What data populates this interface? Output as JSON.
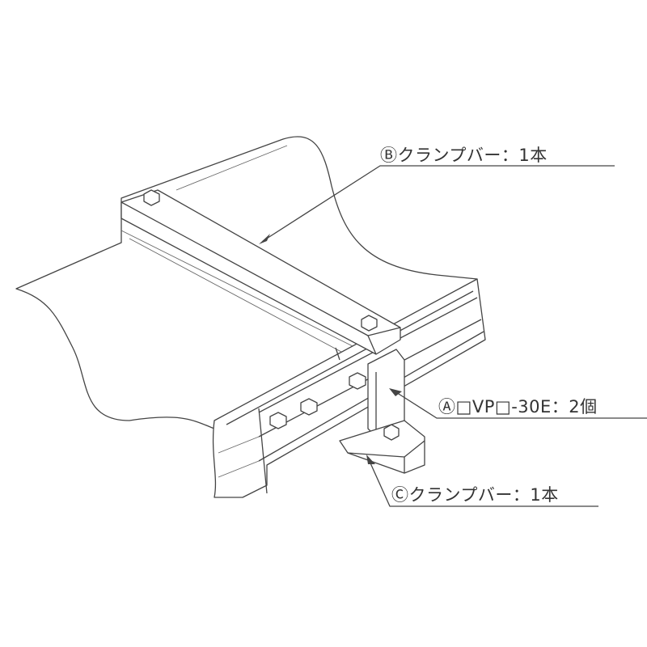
{
  "labels": {
    "b": "Ⓑクランプバー：1本",
    "a": "Ⓐ□VP□-30E：2個",
    "c": "Ⓒクランプバー：1本"
  },
  "colors": {
    "line": "#444444",
    "text": "#333333"
  }
}
